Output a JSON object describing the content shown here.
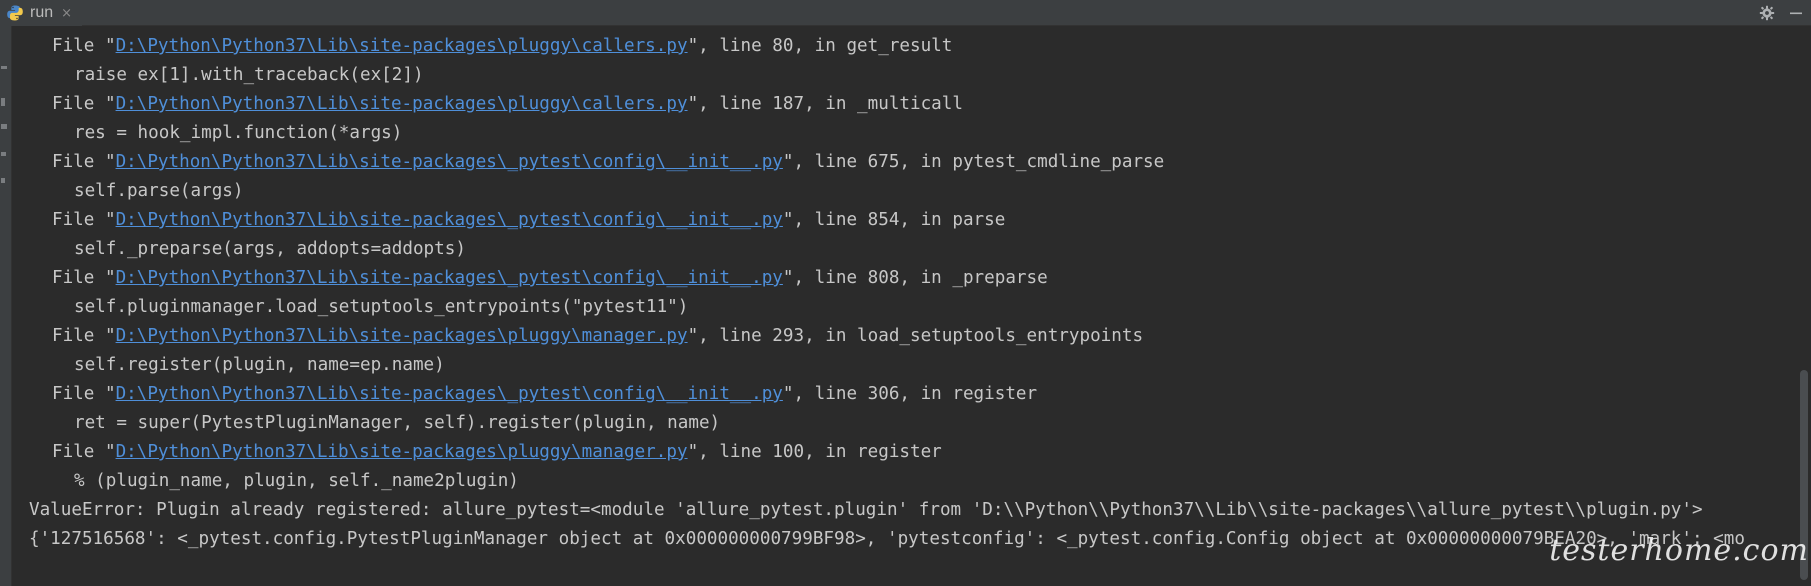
{
  "window": {
    "tab_label": "run",
    "tab_close": "×",
    "icons": [
      "python-icon",
      "gear-icon",
      "minimize-icon"
    ]
  },
  "console": {
    "lines": [
      {
        "kind": "file",
        "prefix": "File \"",
        "path": "D:\\Python\\Python37\\Lib\\site-packages\\pluggy\\callers.py",
        "suffix": "\", line 80, in get_result"
      },
      {
        "kind": "code",
        "text": "raise ex[1].with_traceback(ex[2])"
      },
      {
        "kind": "file",
        "prefix": "File \"",
        "path": "D:\\Python\\Python37\\Lib\\site-packages\\pluggy\\callers.py",
        "suffix": "\", line 187, in _multicall"
      },
      {
        "kind": "code",
        "text": "res = hook_impl.function(*args)"
      },
      {
        "kind": "file",
        "prefix": "File \"",
        "path": "D:\\Python\\Python37\\Lib\\site-packages\\_pytest\\config\\__init__.py",
        "suffix": "\", line 675, in pytest_cmdline_parse"
      },
      {
        "kind": "code",
        "text": "self.parse(args)"
      },
      {
        "kind": "file",
        "prefix": "File \"",
        "path": "D:\\Python\\Python37\\Lib\\site-packages\\_pytest\\config\\__init__.py",
        "suffix": "\", line 854, in parse"
      },
      {
        "kind": "code",
        "text": "self._preparse(args, addopts=addopts)"
      },
      {
        "kind": "file",
        "prefix": "File \"",
        "path": "D:\\Python\\Python37\\Lib\\site-packages\\_pytest\\config\\__init__.py",
        "suffix": "\", line 808, in _preparse"
      },
      {
        "kind": "code",
        "text": "self.pluginmanager.load_setuptools_entrypoints(\"pytest11\")"
      },
      {
        "kind": "file",
        "prefix": "File \"",
        "path": "D:\\Python\\Python37\\Lib\\site-packages\\pluggy\\manager.py",
        "suffix": "\", line 293, in load_setuptools_entrypoints"
      },
      {
        "kind": "code",
        "text": "self.register(plugin, name=ep.name)"
      },
      {
        "kind": "file",
        "prefix": "File \"",
        "path": "D:\\Python\\Python37\\Lib\\site-packages\\_pytest\\config\\__init__.py",
        "suffix": "\", line 306, in register"
      },
      {
        "kind": "code",
        "text": "ret = super(PytestPluginManager, self).register(plugin, name)"
      },
      {
        "kind": "file",
        "prefix": "File \"",
        "path": "D:\\Python\\Python37\\Lib\\site-packages\\pluggy\\manager.py",
        "suffix": "\", line 100, in register"
      },
      {
        "kind": "code",
        "text": "% (plugin_name, plugin, self._name2plugin)"
      },
      {
        "kind": "err",
        "text": "ValueError: Plugin already registered: allure_pytest=<module 'allure_pytest.plugin' from 'D:\\\\Python\\\\Python37\\\\Lib\\\\site-packages\\\\allure_pytest\\\\plugin.py'>"
      },
      {
        "kind": "err",
        "text": "{'127516568': <_pytest.config.PytestPluginManager object at 0x000000000799BF98>, 'pytestconfig': <_pytest.config.Config object at 0x00000000079BEA20>, 'mark': <mo"
      }
    ]
  },
  "watermark": "testerhome.com",
  "colors": {
    "background": "#2b2b2b",
    "text": "#c7c7c7",
    "link": "#4f8fd9",
    "panel": "#3c3f41"
  }
}
